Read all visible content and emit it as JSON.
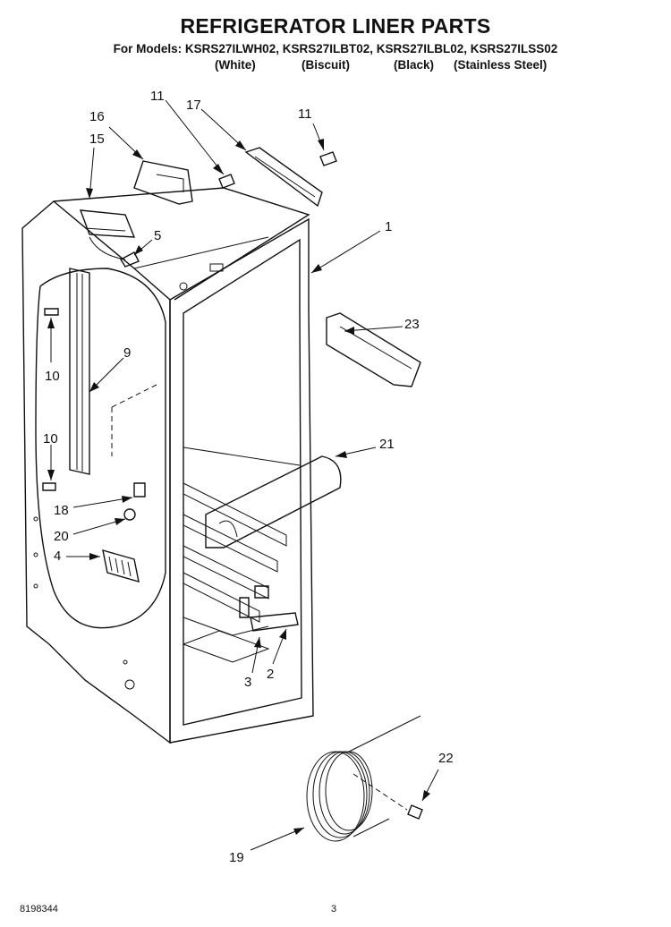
{
  "header": {
    "title": "REFRIGERATOR LINER PARTS",
    "models_line": "For Models: KSRS27ILWH02, KSRS27ILBT02, KSRS27ILBL02, KSRS27ILSS02",
    "finishes": [
      "(White)",
      "(Biscuit)",
      "(Black)",
      "(Stainless Steel)"
    ]
  },
  "callouts": [
    "11",
    "17",
    "16",
    "11",
    "15",
    "5",
    "1",
    "23",
    "9",
    "10",
    "10",
    "21",
    "18",
    "20",
    "4",
    "3",
    "2",
    "22",
    "19"
  ],
  "footer": {
    "doc_number": "8198344",
    "page_number": "3"
  }
}
